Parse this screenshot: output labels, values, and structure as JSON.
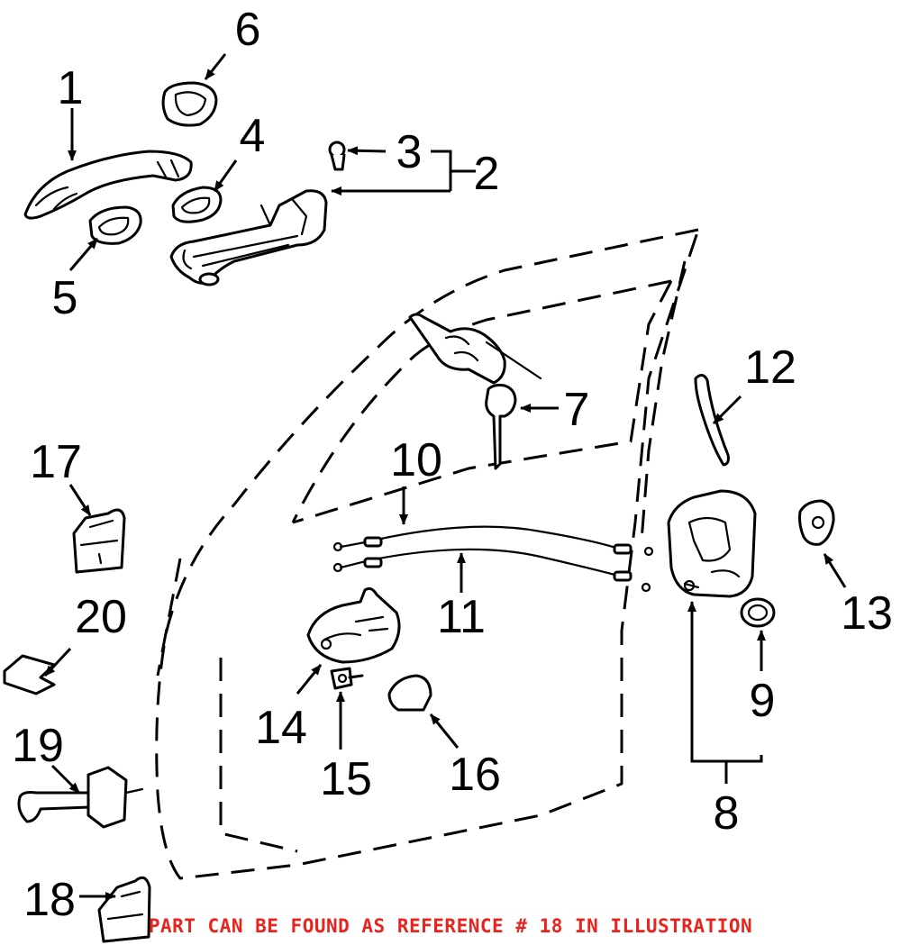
{
  "callouts": [
    "1",
    "2",
    "3",
    "4",
    "5",
    "6",
    "7",
    "8",
    "9",
    "10",
    "11",
    "12",
    "13",
    "14",
    "15",
    "16",
    "17",
    "18",
    "19",
    "20"
  ],
  "footer": {
    "text": "PART CAN BE FOUND AS REFERENCE # 18 IN ILLUSTRATION",
    "color": "#e8241f"
  },
  "colors": {
    "line": "#000000",
    "background": "#ffffff"
  }
}
